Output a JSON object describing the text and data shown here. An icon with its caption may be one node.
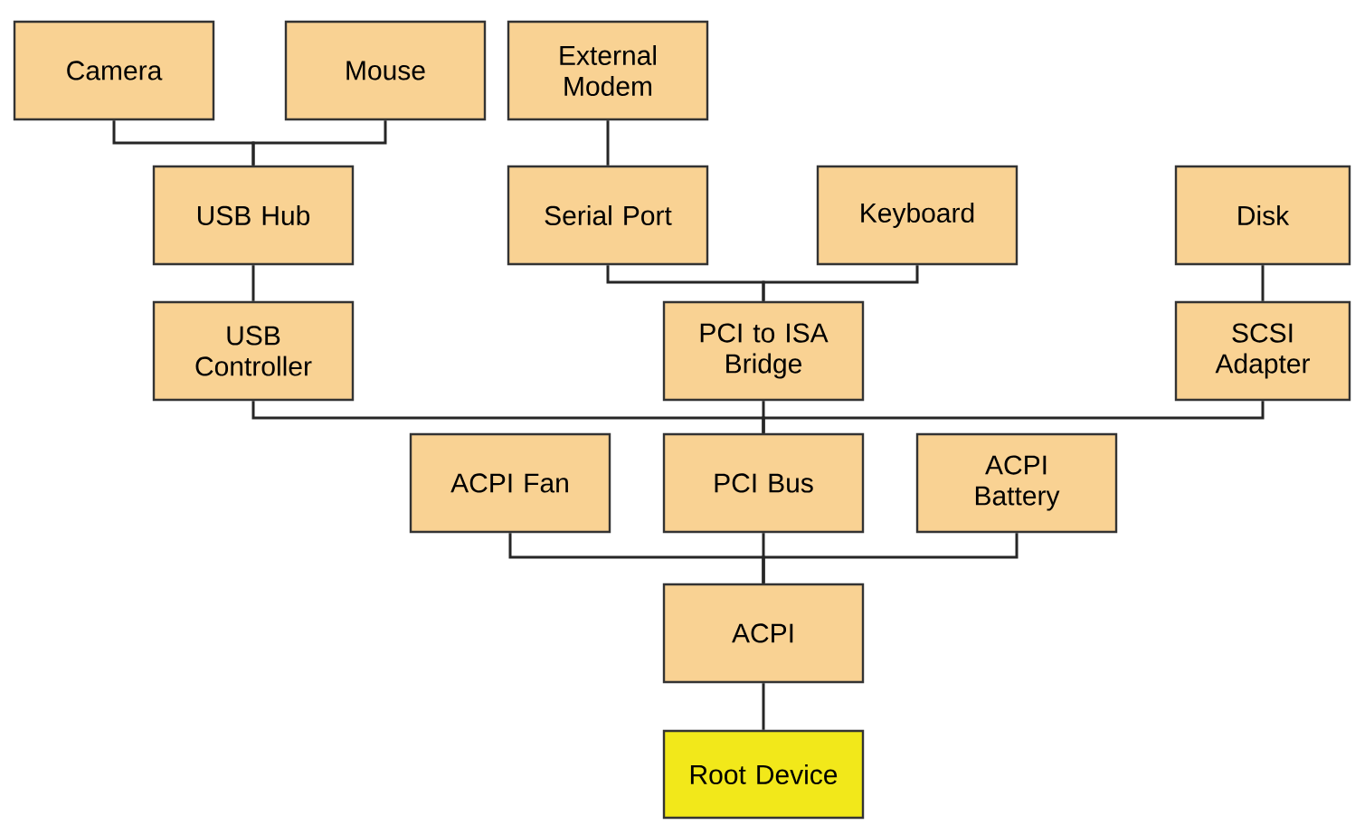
{
  "diagram": {
    "nodes": [
      {
        "text": [
          "Camera"
        ]
      },
      {
        "text": [
          "Mouse"
        ]
      },
      {
        "text": [
          "External Modem"
        ]
      },
      {
        "text": [
          "USB Hub"
        ]
      },
      {
        "text": [
          "Serial Port"
        ]
      },
      {
        "text": [
          "Keyboard"
        ]
      },
      {
        "text": [
          "Disk"
        ]
      },
      {
        "text": [
          "USB Controller"
        ]
      },
      {
        "text": [
          "PCI to ISA Bridge"
        ]
      },
      {
        "text": [
          "SCSI Adapter"
        ]
      },
      {
        "text": [
          "ACPI Fan"
        ]
      },
      {
        "text": [
          "PCI Bus"
        ]
      },
      {
        "text": [
          "ACPI Battery"
        ]
      },
      {
        "text": [
          "ACPI"
        ]
      },
      {
        "text": [
          "Root Device"
        ]
      }
    ],
    "edges": [
      {
        "from": 0,
        "to": 3,
        "arrow": "none"
      },
      {
        "from": 1,
        "to": 3,
        "arrow": "none"
      },
      {
        "from": 2,
        "to": 4,
        "arrow": "none"
      },
      {
        "from": 4,
        "to": 8,
        "arrow": "none"
      },
      {
        "from": 5,
        "to": 8,
        "arrow": "none"
      },
      {
        "from": 3,
        "to": 7,
        "arrow": "none"
      },
      {
        "from": 6,
        "to": 9,
        "arrow": "none"
      },
      {
        "from": 7,
        "to": 11,
        "arrow": "none"
      },
      {
        "from": 8,
        "to": 11,
        "arrow": "none"
      },
      {
        "from": 9,
        "to": 11,
        "arrow": "none"
      },
      {
        "from": 10,
        "to": 13,
        "arrow": "none"
      },
      {
        "from": 11,
        "to": 13,
        "arrow": "none"
      },
      {
        "from": 12,
        "to": 13,
        "arrow": "none"
      },
      {
        "from": 13,
        "to": 14,
        "arrow": "none"
      }
    ]
  }
}
